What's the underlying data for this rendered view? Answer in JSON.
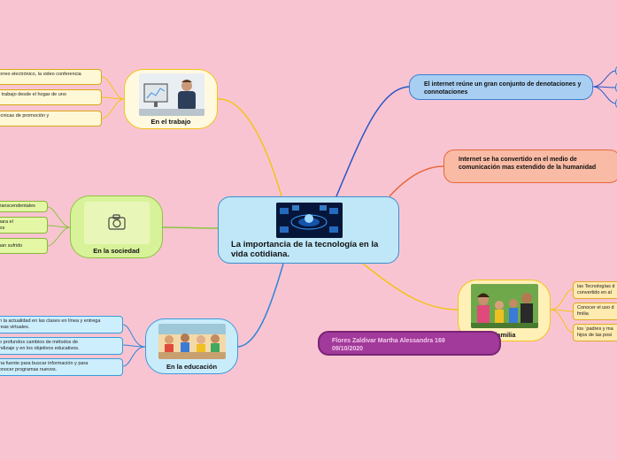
{
  "central": {
    "title": "La importancia de la tecnología en la vida cotidiana."
  },
  "branches": {
    "trabajo": {
      "label": "En el trabajo",
      "leaves": [
        "correo electrónico, la video conferencia",
        "el trabajo desde el hogar de uno",
        "técnicas de promoción y"
      ]
    },
    "sociedad": {
      "label": "En la sociedad",
      "icon": "camera-icon",
      "leaves": [
        "transcendentales",
        "para el\ntos",
        "nan sufrido"
      ]
    },
    "educacion": {
      "label": "En la educación",
      "leaves": [
        "en la actualidad en las clases en línea y entrega\nareas virtuales.",
        "do profundos cambios de métodos de\nendizaje y en los objetivos educativos.",
        "una fuente para  buscar información y para\nconocer programas nuevos."
      ]
    },
    "familia": {
      "label": "o familia",
      "leaves": [
        "las Tecnologías d\nconvertido en al",
        "Conocer el uso d\nfmilia",
        "los  `padres y ma\nhijos de las posi"
      ]
    },
    "internet1": {
      "label": "El internet reúne un gran conjunto de denotaciones y connotaciones"
    },
    "internet2": {
      "label": "Internet se ha convertido en el medio de comunicación mas extendido de la humanidad"
    }
  },
  "author": {
    "name": "Flores Zaldivar Martha Alessandra 169",
    "date": "09/10/2020"
  },
  "colors": {
    "background": "#f9c4d2",
    "yellow_line": "#f2c318",
    "green_line": "#8bc53f",
    "blue_line": "#2f86d6",
    "dark_blue_line": "#2a56c6",
    "orange_line": "#e8673a",
    "purple": "#a13a9a"
  }
}
